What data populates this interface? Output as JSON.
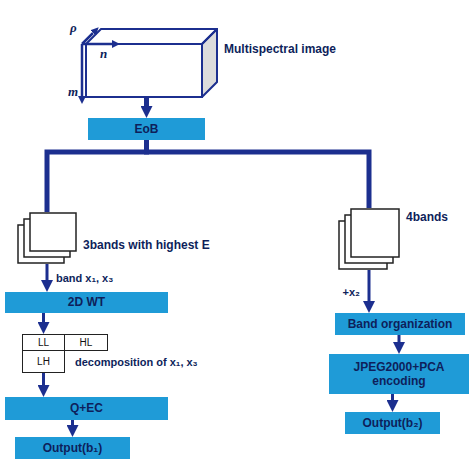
{
  "diagram": {
    "nodes": [
      {
        "text": [
          "Multispectral image"
        ]
      },
      {
        "text": [
          "EoB"
        ]
      },
      {
        "text": [
          "3bands with highest E"
        ]
      },
      {
        "text": [
          "2D WT"
        ]
      },
      {
        "text": [
          "LL"
        ]
      },
      {
        "text": [
          "HL"
        ]
      },
      {
        "text": [
          "LH"
        ]
      },
      {
        "text": [
          "Q+EC"
        ]
      },
      {
        "text": [
          "Output(b₁)"
        ]
      },
      {
        "text": [
          "4bands"
        ]
      },
      {
        "text": [
          "Band organization"
        ]
      },
      {
        "text": [
          "JPEG2000+PCA encoding"
        ]
      },
      {
        "text": [
          "Output(b₂)"
        ]
      }
    ],
    "edges": [
      {
        "from": 0,
        "to": 1,
        "arrow": "to"
      },
      {
        "from": 1,
        "to": 2,
        "arrow": "none"
      },
      {
        "from": 1,
        "to": 9,
        "arrow": "none"
      },
      {
        "from": 2,
        "to": 3,
        "label": "band x₁, x₃",
        "arrow": "to"
      },
      {
        "from": 3,
        "to": 4,
        "arrow": "to"
      },
      {
        "from": 6,
        "to": 7,
        "arrow": "to"
      },
      {
        "from": 7,
        "to": 8,
        "arrow": "to"
      },
      {
        "from": 9,
        "to": 10,
        "label": "+x₂",
        "arrow": "to"
      },
      {
        "from": 10,
        "to": 11,
        "arrow": "to"
      },
      {
        "from": 11,
        "to": 12,
        "arrow": "to"
      }
    ],
    "labels": [
      "ρ",
      "m",
      "n",
      "decomposition of x₁, x₃"
    ]
  }
}
